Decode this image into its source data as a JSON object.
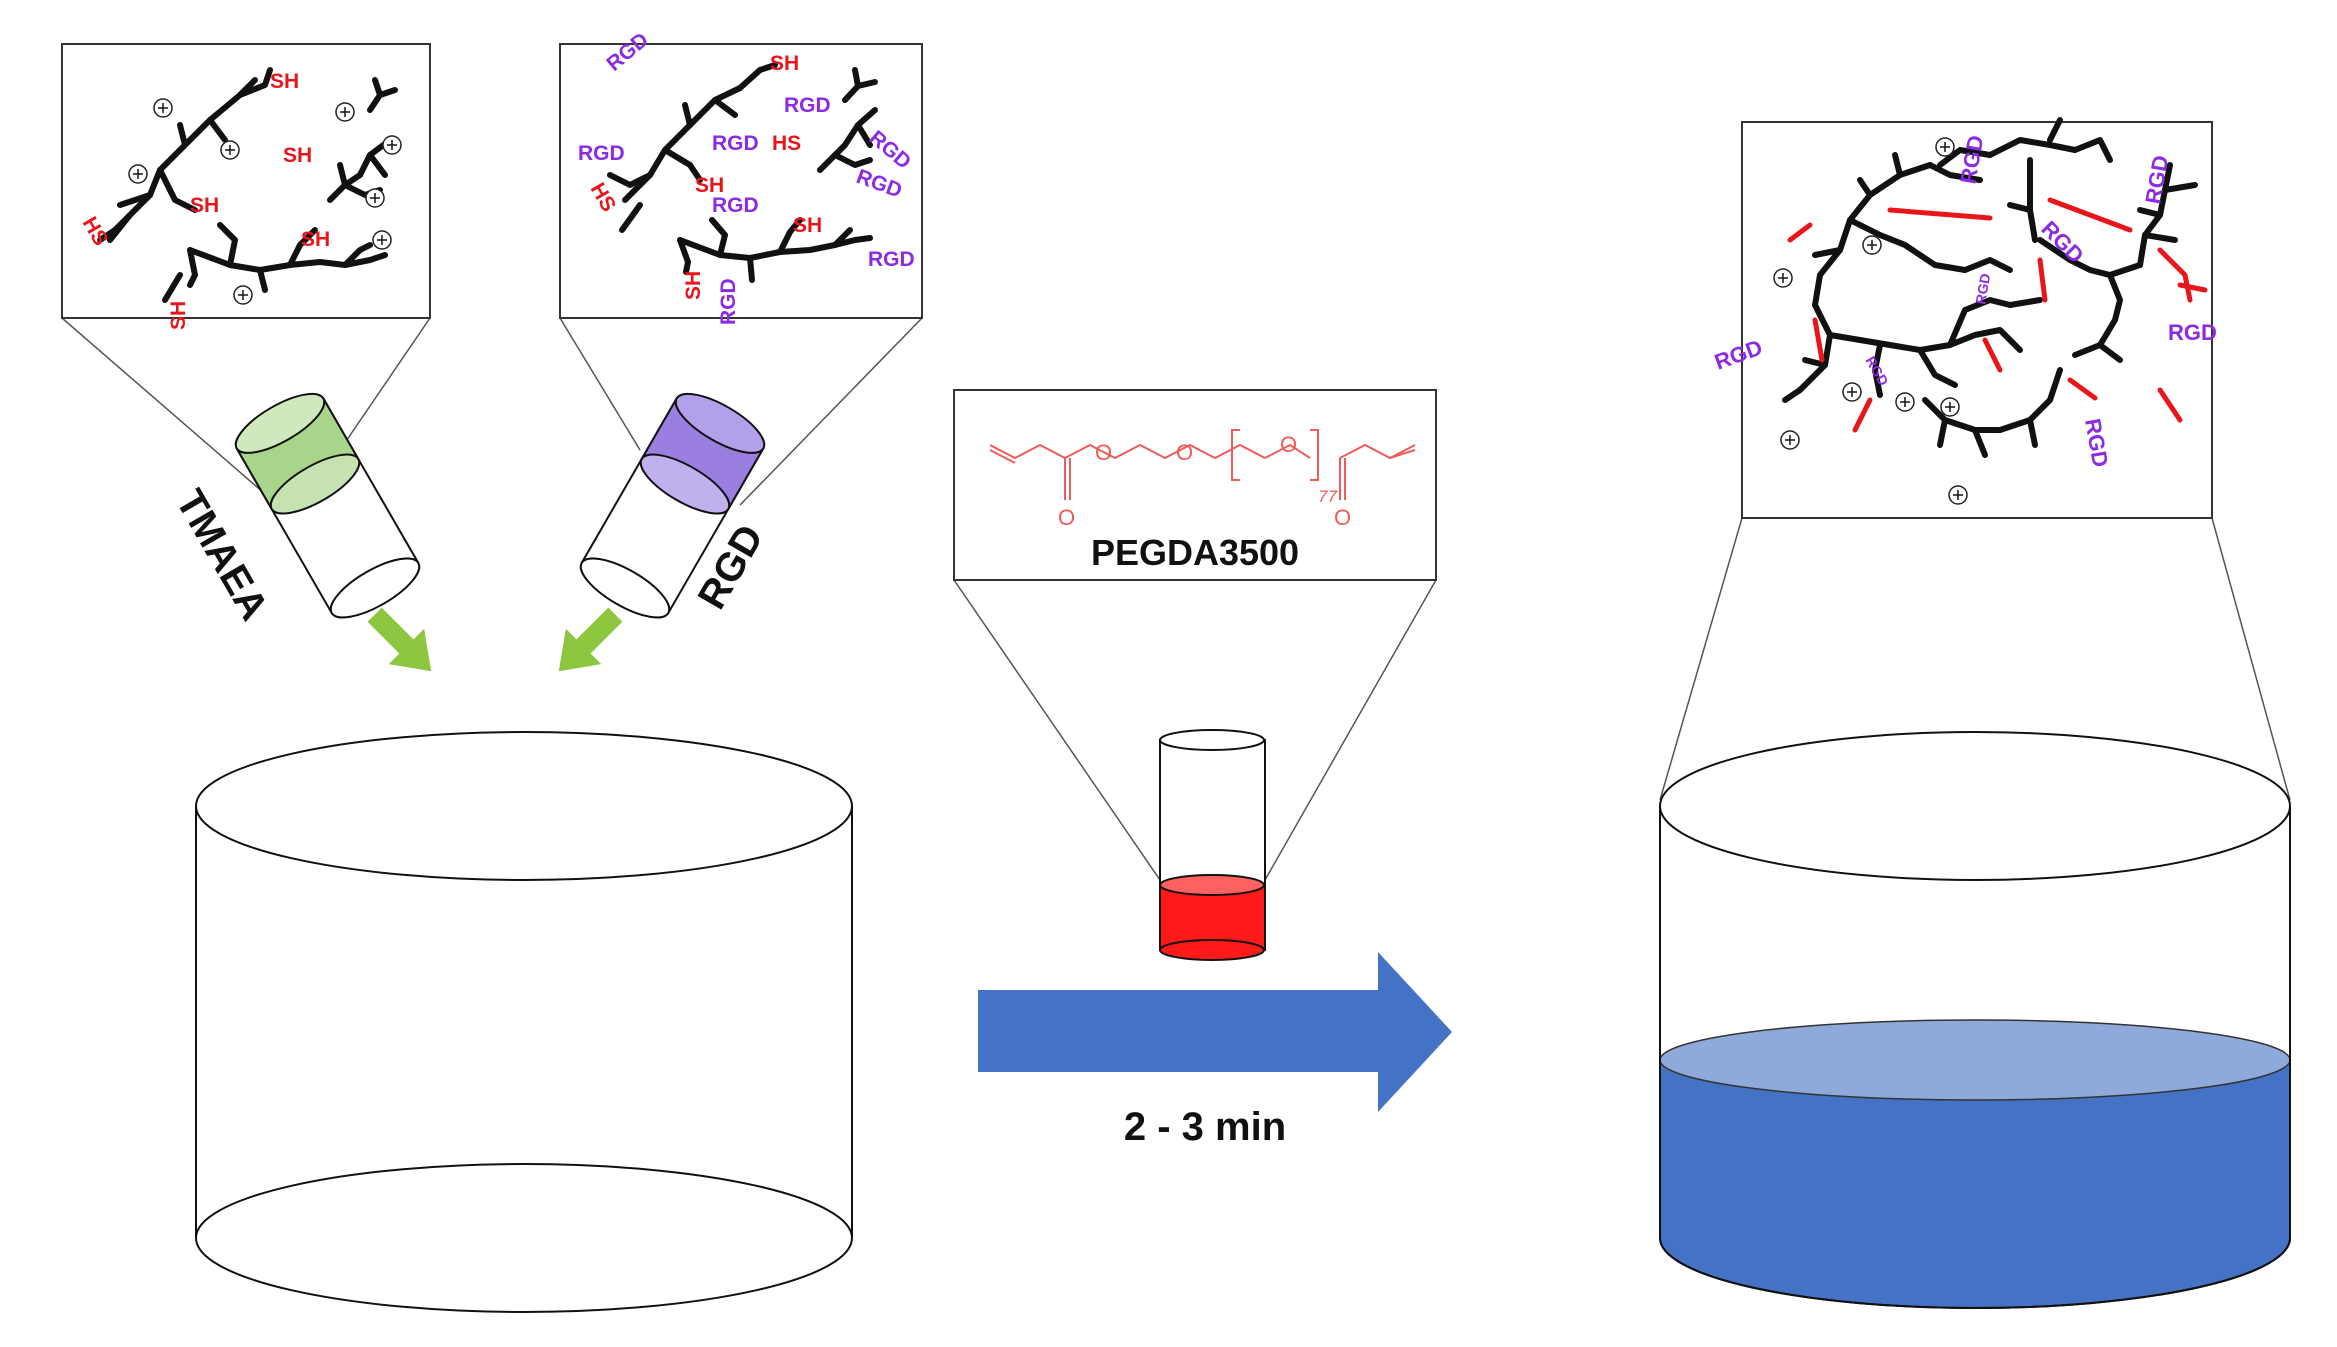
{
  "colors": {
    "thiol": "#e8161b",
    "rgd": "#8b2be2",
    "tmaea_vial": "#a8d58a",
    "rgd_vial": "#9a7fe0",
    "arrow": "#4472c4",
    "gel": "#4472c4",
    "gel_top": "#8fa9da",
    "peg_solution": "#ff1a1a",
    "green_arrow": "#8dc63f"
  },
  "icons": {
    "charge": "plus-in-circle-icon"
  },
  "labels": {
    "tmaea_vial": "TMAEA",
    "rgd_vial": "RGD",
    "pegda": "PEGDA3500",
    "time": "2 - 3 min",
    "peg_repeat": "77",
    "thiol": "SH",
    "thiol_rev": "HS",
    "rgd": "RGD"
  }
}
